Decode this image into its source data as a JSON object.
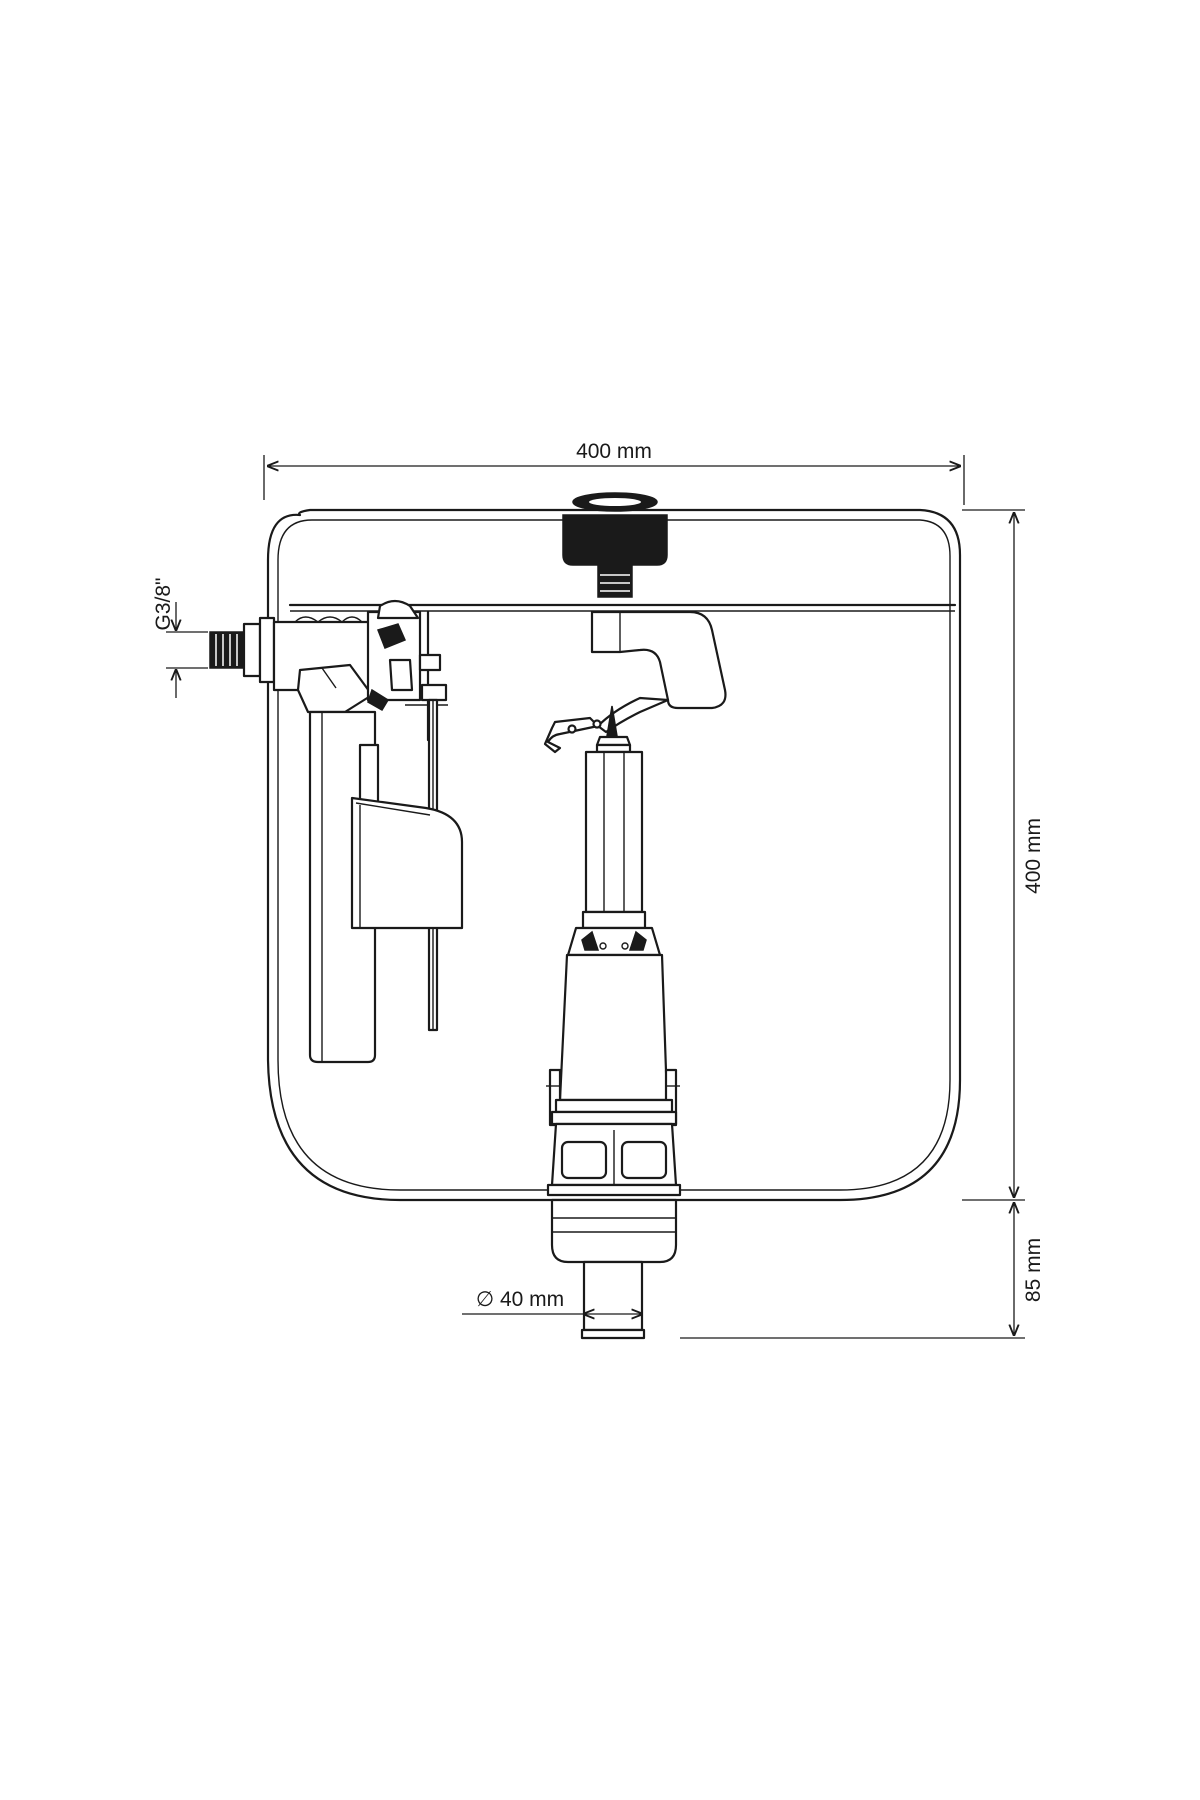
{
  "dimensions": {
    "width_label": "400 mm",
    "height_label": "400 mm",
    "outlet_height_label": "85 mm",
    "outlet_diameter_label": "∅ 40 mm",
    "inlet_thread_label": "G3/8\""
  }
}
